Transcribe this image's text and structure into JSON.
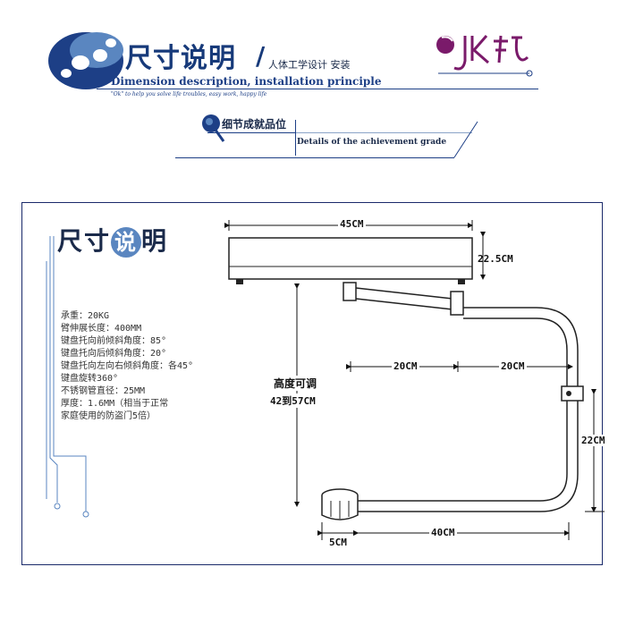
{
  "header": {
    "title": "尺寸说明",
    "slash": "/",
    "subtitle": "人体工学设计 安装",
    "english": "Dimension description, installation principle",
    "tagline": "\"Ok\" to help you solve life troubles, easy work, happy life",
    "logo_text": "JK托"
  },
  "section": {
    "title_cn": "细节成就品位",
    "title_en": "Details of the achievement grade"
  },
  "panel": {
    "title_parts": [
      "尺寸",
      "说",
      "明"
    ],
    "specs": [
      "承重：20KG",
      "臂伸展长度：400MM",
      "键盘托向前倾斜角度：85°",
      "键盘托向后倾斜角度：20°",
      "键盘托向左向右倾斜角度：各45°",
      "键盘旋转360°",
      "不锈钢管直径：25MM",
      "厚度：1.6MM（相当于正常",
      "家庭使用的防盗门5倍）"
    ]
  },
  "dimensions": {
    "width_top": "45CM",
    "tray_height": "22.5CM",
    "height_label_1": "高度可调",
    "height_label_2": "42到57CM",
    "arm_left": "20CM",
    "arm_right": "20CM",
    "side_drop": "22CM",
    "base_clamp": "5CM",
    "base_length": "40CM"
  },
  "colors": {
    "brand_blue": "#173a7a",
    "accent_blue": "#5a86c0",
    "logo_purple": "#7a1a6a"
  }
}
